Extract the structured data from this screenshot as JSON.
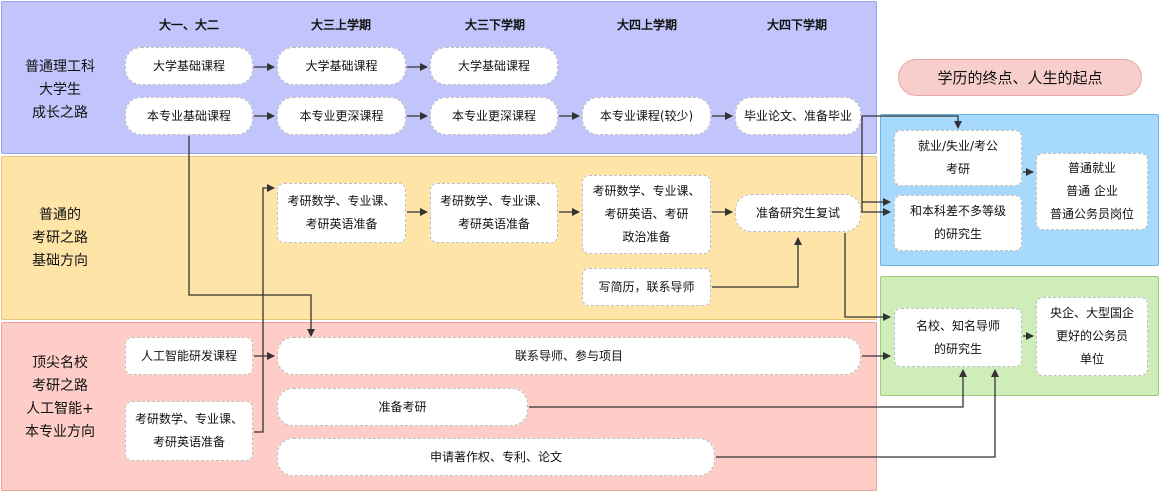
{
  "columns": [
    "大一、大二",
    "大三上学期",
    "大三下学期",
    "大四上学期",
    "大四下学期"
  ],
  "lanes": {
    "regular": "普通理工科\n大学生\n成长之路",
    "grad_basic": "普通的\n考研之路\n基础方向",
    "top_school": "顶尖名校\n考研之路\n人工智能+\n本专业方向"
  },
  "slogan": "学历的终点、人生的起点",
  "nodes": {
    "basic1": "大学基础课程",
    "basic2": "大学基础课程",
    "basic3": "大学基础课程",
    "major1": "本专业基础课程",
    "major2": "本专业更深课程",
    "major3": "本专业更深课程",
    "major4": "本专业课程(较少)",
    "graduate": "毕业论文、准备毕业",
    "exam1": "考研数学、专业课、\n考研英语准备",
    "exam2": "考研数学、专业课、\n考研英语准备",
    "exam3": "考研数学、专业课、\n考研英语、考研\n政治准备",
    "retest": "准备研究生复试",
    "resume": "写简历，联系导师",
    "ai_course": "人工智能研发课程",
    "contact": "联系导师、参与项目",
    "exam_ai": "考研数学、专业课、\n考研英语准备",
    "prepare": "准备考研",
    "patent": "申请著作权、专利、论文",
    "employ": "就业/失业/考公\n考研",
    "normal_job": "普通就业\n普通 企业\n普通公务员岗位",
    "similar_grad": "和本科差不多等级\n的研究生",
    "famous_grad": "名校、知名导师\n的研究生",
    "top_job": "央企、大型国企\n更好的公务员\n单位"
  },
  "colors": {
    "lane_regular": "#c1c5fc",
    "lane_grad": "#ffe4a7",
    "lane_top": "#ffcdc7",
    "outcome_blue": "#a7d9fc",
    "outcome_green": "#cfedb8",
    "slogan": "#f8cecc"
  }
}
